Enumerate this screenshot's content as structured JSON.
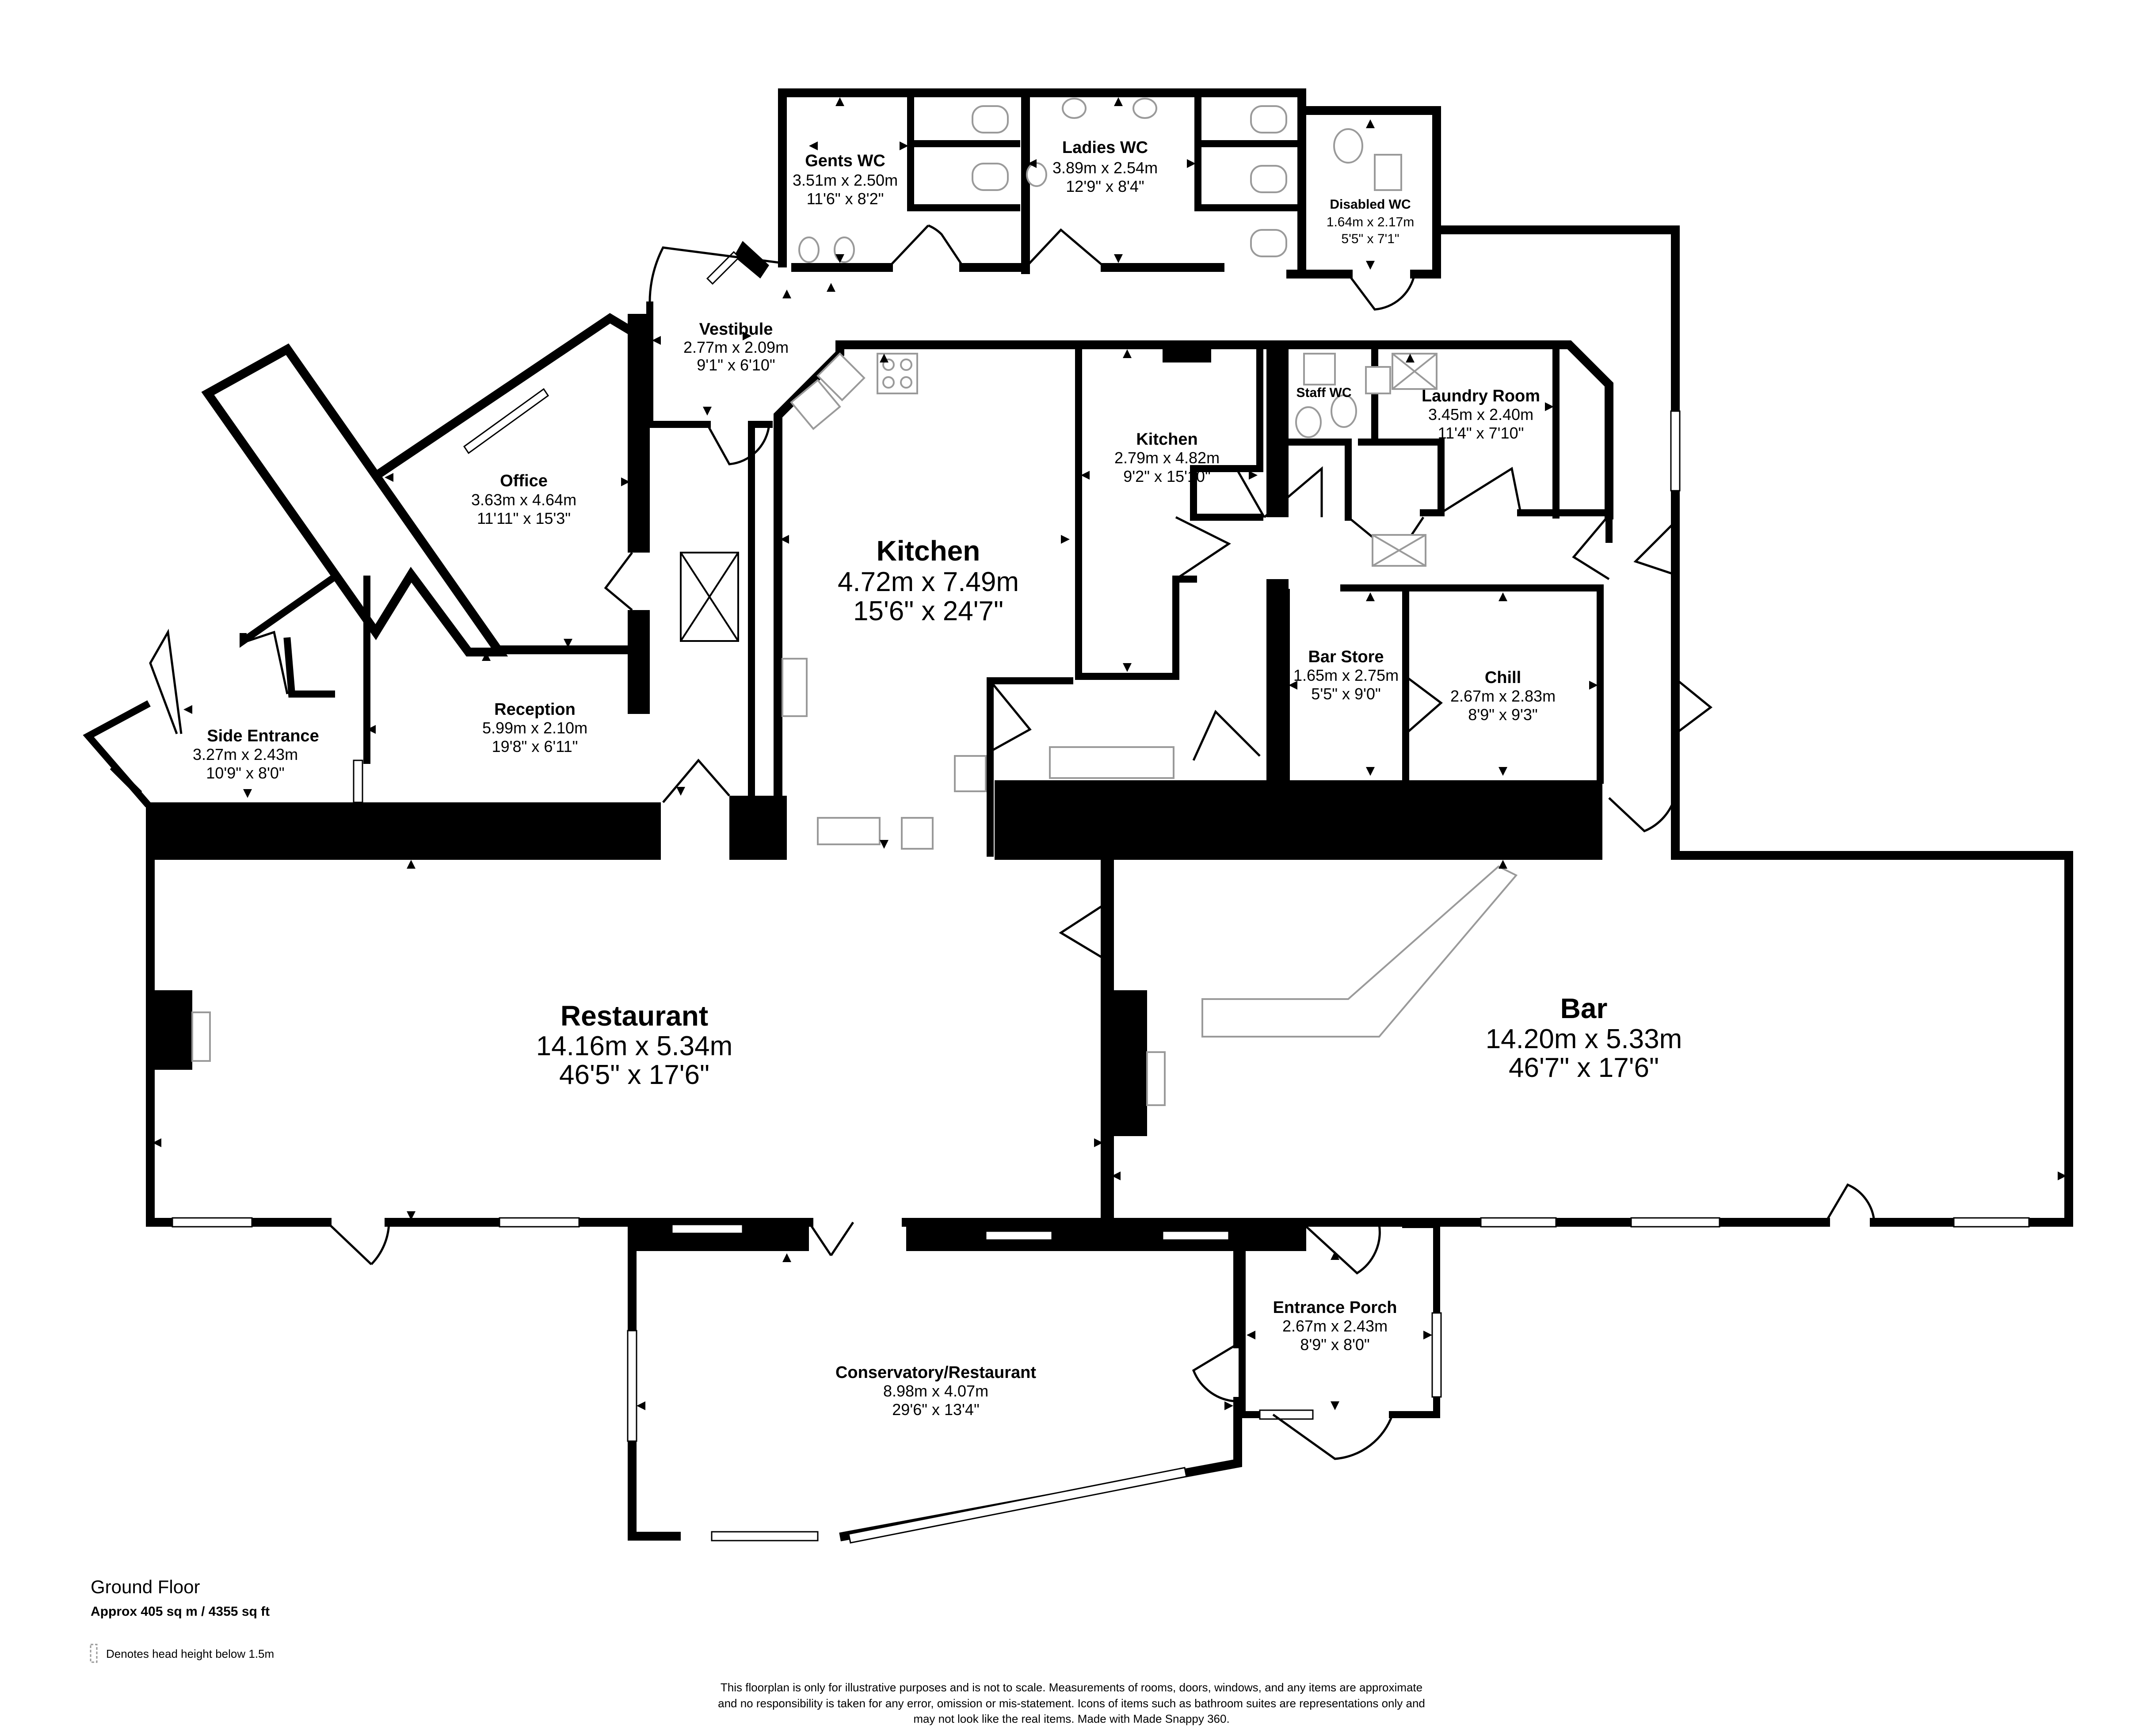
{
  "rooms": {
    "gents_wc": {
      "name": "Gents WC",
      "metric": "3.51m x 2.50m",
      "imperial": "11'6\" x 8'2\""
    },
    "ladies_wc": {
      "name": "Ladies WC",
      "metric": "3.89m x 2.54m",
      "imperial": "12'9\" x 8'4\""
    },
    "disabled_wc": {
      "name": "Disabled WC",
      "metric": "1.64m x 2.17m",
      "imperial": "5'5\" x 7'1\""
    },
    "vestibule": {
      "name": "Vestibule",
      "metric": "2.77m x 2.09m",
      "imperial": "9'1\" x 6'10\""
    },
    "office": {
      "name": "Office",
      "metric": "3.63m x 4.64m",
      "imperial": "11'11\" x 15'3\""
    },
    "kitchen_main": {
      "name": "Kitchen",
      "metric": "4.72m x 7.49m",
      "imperial": "15'6\" x 24'7\""
    },
    "kitchen_small": {
      "name": "Kitchen",
      "metric": "2.79m x 4.82m",
      "imperial": "9'2\" x 15'10\""
    },
    "staff_wc": {
      "name": "Staff WC"
    },
    "laundry_room": {
      "name": "Laundry Room",
      "metric": "3.45m x 2.40m",
      "imperial": "11'4\" x 7'10\""
    },
    "bar_store": {
      "name": "Bar Store",
      "metric": "1.65m x 2.75m",
      "imperial": "5'5\" x 9'0\""
    },
    "chill": {
      "name": "Chill",
      "metric": "2.67m x 2.83m",
      "imperial": "8'9\" x 9'3\""
    },
    "reception": {
      "name": "Reception",
      "metric": "5.99m x 2.10m",
      "imperial": "19'8\" x 6'11\""
    },
    "side_entrance": {
      "name": "Side Entrance",
      "metric": "3.27m x 2.43m",
      "imperial": "10'9\" x 8'0\""
    },
    "restaurant": {
      "name": "Restaurant",
      "metric": "14.16m x 5.34m",
      "imperial": "46'5\" x 17'6\""
    },
    "bar": {
      "name": "Bar",
      "metric": "14.20m x 5.33m",
      "imperial": "46'7\" x 17'6\""
    },
    "entrance_porch": {
      "name": "Entrance Porch",
      "metric": "2.67m x 2.43m",
      "imperial": "8'9\" x 8'0\""
    },
    "conservatory": {
      "name": "Conservatory/Restaurant",
      "metric": "8.98m x 4.07m",
      "imperial": "29'6\" x 13'4\""
    }
  },
  "legend": {
    "floor_name": "Ground Floor",
    "area": "Approx 405 sq m / 4355 sq ft",
    "head_height_note": "Denotes head height below 1.5m"
  },
  "disclaimer": {
    "line1": "This floorplan is only for illustrative purposes and is not to scale. Measurements of rooms, doors, windows, and any items are approximate",
    "line2": "and no responsibility is taken for any error, omission or mis-statement. Icons of items such as bathroom suites are representations only and",
    "line3": "may not look like the real items. Made with Made Snappy 360."
  }
}
